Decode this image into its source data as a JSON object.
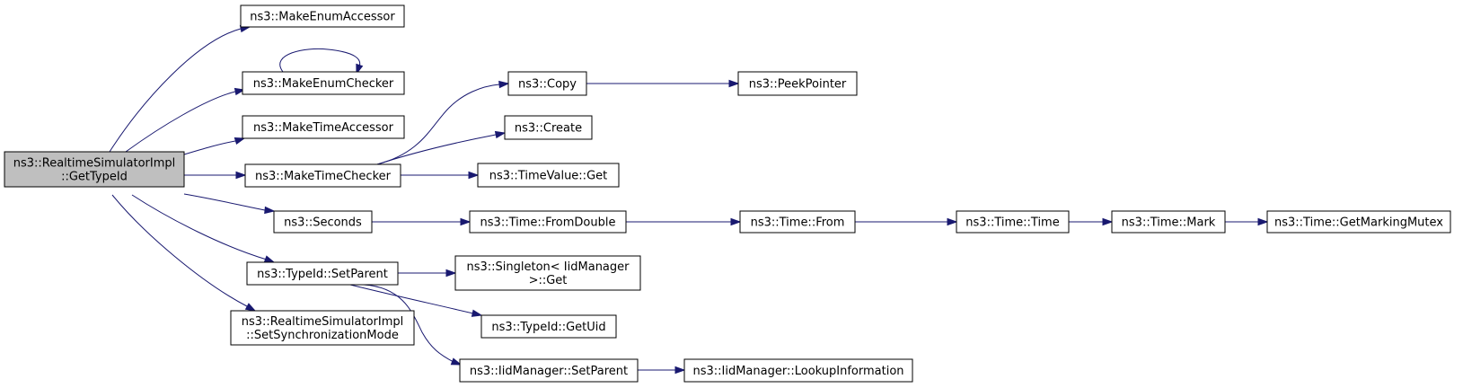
{
  "colors": {
    "edge": "#191970",
    "root_fill": "#bfbfbf",
    "node_fill": "#ffffff",
    "border": "#000000"
  },
  "nodes": [
    {
      "id": "root",
      "lines": [
        "ns3::RealtimeSimulatorImpl",
        "::GetTypeId"
      ],
      "highlight": true
    },
    {
      "id": "make-enum-accessor",
      "lines": [
        "ns3::MakeEnumAccessor"
      ]
    },
    {
      "id": "make-enum-checker",
      "lines": [
        "ns3::MakeEnumChecker"
      ]
    },
    {
      "id": "make-time-accessor",
      "lines": [
        "ns3::MakeTimeAccessor"
      ]
    },
    {
      "id": "make-time-checker",
      "lines": [
        "ns3::MakeTimeChecker"
      ]
    },
    {
      "id": "seconds",
      "lines": [
        "ns3::Seconds"
      ]
    },
    {
      "id": "typeid-setparent",
      "lines": [
        "ns3::TypeId::SetParent"
      ]
    },
    {
      "id": "set-sync-mode",
      "lines": [
        "ns3::RealtimeSimulatorImpl",
        "::SetSynchronizationMode"
      ]
    },
    {
      "id": "copy",
      "lines": [
        "ns3::Copy"
      ]
    },
    {
      "id": "peek-pointer",
      "lines": [
        "ns3::PeekPointer"
      ]
    },
    {
      "id": "create",
      "lines": [
        "ns3::Create"
      ]
    },
    {
      "id": "timevalue-get",
      "lines": [
        "ns3::TimeValue::Get"
      ]
    },
    {
      "id": "time-fromdouble",
      "lines": [
        "ns3::Time::FromDouble"
      ]
    },
    {
      "id": "time-from",
      "lines": [
        "ns3::Time::From"
      ]
    },
    {
      "id": "time-time",
      "lines": [
        "ns3::Time::Time"
      ]
    },
    {
      "id": "time-mark",
      "lines": [
        "ns3::Time::Mark"
      ]
    },
    {
      "id": "time-getmarkingmutex",
      "lines": [
        "ns3::Time::GetMarkingMutex"
      ]
    },
    {
      "id": "singleton-get",
      "lines": [
        "ns3::Singleton< IidManager",
        ">::Get"
      ]
    },
    {
      "id": "typeid-getuid",
      "lines": [
        "ns3::TypeId::GetUid"
      ]
    },
    {
      "id": "iidmanager-setparent",
      "lines": [
        "ns3::IidManager::SetParent"
      ]
    },
    {
      "id": "iidmanager-lookupinfo",
      "lines": [
        "ns3::IidManager::LookupInformation"
      ]
    }
  ],
  "edges": [
    [
      "root",
      "make-enum-accessor"
    ],
    [
      "root",
      "make-enum-checker"
    ],
    [
      "make-enum-checker",
      "make-enum-checker"
    ],
    [
      "root",
      "make-time-accessor"
    ],
    [
      "root",
      "make-time-checker"
    ],
    [
      "root",
      "seconds"
    ],
    [
      "root",
      "typeid-setparent"
    ],
    [
      "root",
      "set-sync-mode"
    ],
    [
      "make-time-checker",
      "copy"
    ],
    [
      "make-time-checker",
      "create"
    ],
    [
      "make-time-checker",
      "timevalue-get"
    ],
    [
      "copy",
      "peek-pointer"
    ],
    [
      "seconds",
      "time-fromdouble"
    ],
    [
      "time-fromdouble",
      "time-from"
    ],
    [
      "time-from",
      "time-time"
    ],
    [
      "time-time",
      "time-mark"
    ],
    [
      "time-mark",
      "time-getmarkingmutex"
    ],
    [
      "typeid-setparent",
      "singleton-get"
    ],
    [
      "typeid-setparent",
      "typeid-getuid"
    ],
    [
      "typeid-setparent",
      "iidmanager-setparent"
    ],
    [
      "iidmanager-setparent",
      "iidmanager-lookupinfo"
    ]
  ]
}
